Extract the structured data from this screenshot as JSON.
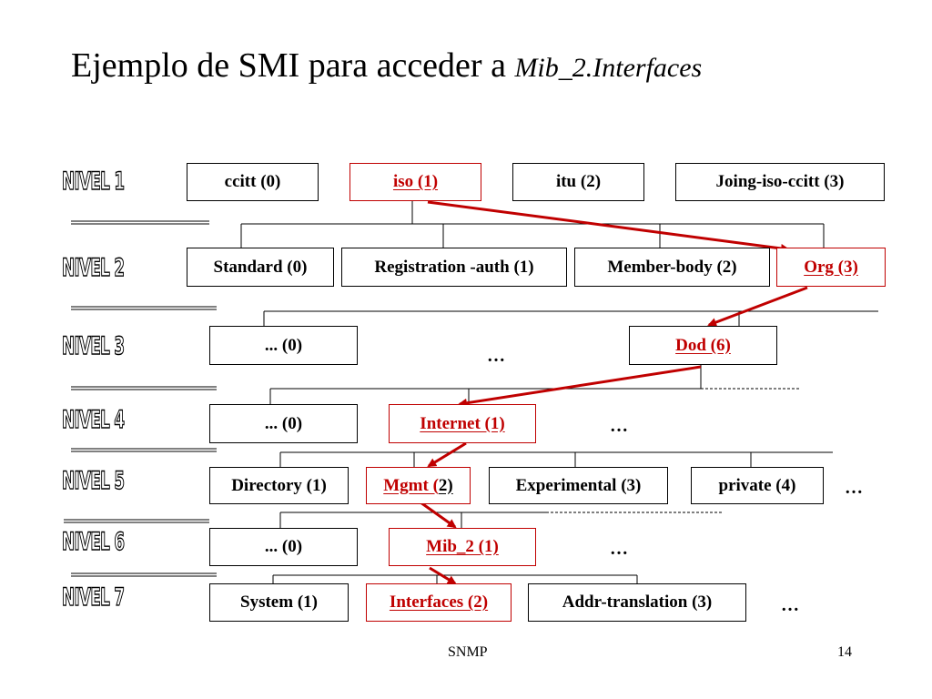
{
  "title": {
    "main": "Ejemplo de SMI para acceder a ",
    "italic": "Mib_2.Interfaces"
  },
  "levels": [
    "NIVEL 1",
    "NIVEL 2",
    "NIVEL 3",
    "NIVEL 4",
    "NIVEL 5",
    "NIVEL 6",
    "NIVEL 7"
  ],
  "nodes": {
    "ccitt": "ccitt (0)",
    "iso": "iso (1)",
    "itu": "itu (2)",
    "joint": "Joing-iso-ccitt (3)",
    "standard": "Standard (0)",
    "registration": "Registration -auth (1)",
    "member": "Member-body (2)",
    "org": "Org (3)",
    "l3_zero": "... (0)",
    "dod": "Dod (6)",
    "l4_zero": "... (0)",
    "internet": "Internet (1)",
    "directory": "Directory (1)",
    "mgmt_a": "Mgmt (",
    "mgmt_b": "2)",
    "experimental": "Experimental (3)",
    "private": "private (4)",
    "l6_zero": "... (0)",
    "mib2": "Mib_2 (1)",
    "system": "System (1)",
    "interfaces": "Interfaces (2)",
    "addr": "Addr-translation (3)"
  },
  "ellipsis": "…",
  "footer": {
    "left": "SNMP",
    "page": "14"
  },
  "colors": {
    "highlight": "#c00000",
    "arrow": "#c00000"
  }
}
